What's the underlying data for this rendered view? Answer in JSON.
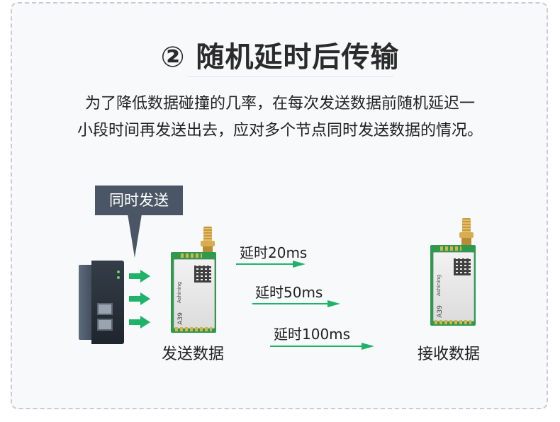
{
  "heading": {
    "title": "② 随机延时后传输"
  },
  "description": {
    "line1": "为了降低数据碰撞的几率，在每次发送数据前随机延迟一",
    "line2": "小段时间再发送出去，应对多个节点同时发送数据的情况。"
  },
  "diagram": {
    "callout": "同时发送",
    "send_label": "发送数据",
    "receive_label": "接收数据",
    "module_model": "A39",
    "module_brand": "Ashining",
    "delays": [
      {
        "label": "延时20ms"
      },
      {
        "label": "延时50ms"
      },
      {
        "label": "延时100ms"
      }
    ],
    "colors": {
      "arrow_green": "#1fb36a",
      "module_green": "#2f9a4e",
      "callout_bg": "#4a5666"
    }
  }
}
